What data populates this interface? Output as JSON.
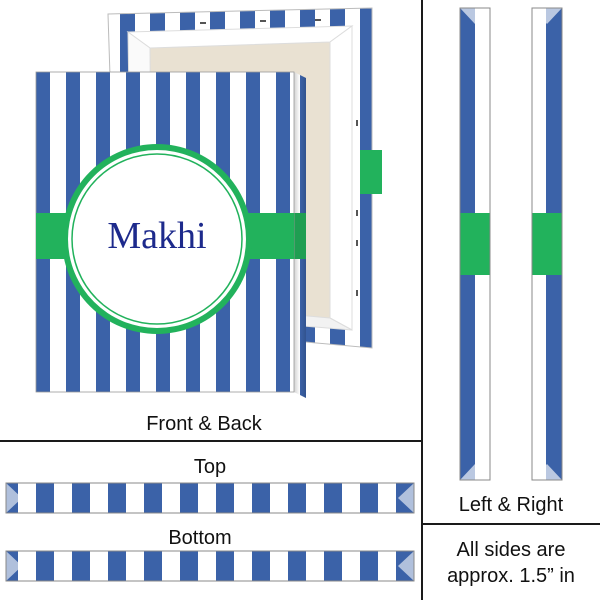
{
  "monogram": {
    "name": "Makhi"
  },
  "labels": {
    "front_back": "Front & Back",
    "top": "Top",
    "bottom": "Bottom",
    "left_right": "Left & Right",
    "note_line1": "All sides are",
    "note_line2": "approx. 1.5” in"
  },
  "colors": {
    "stripe_blue": "#3b62a8",
    "accent_green": "#22b25c",
    "monogram_navy": "#1d2a8c",
    "background": "#ffffff",
    "divider": "#1a1a1a"
  },
  "icons": [
    "canvas-back-view",
    "canvas-front-view",
    "side-strip"
  ]
}
